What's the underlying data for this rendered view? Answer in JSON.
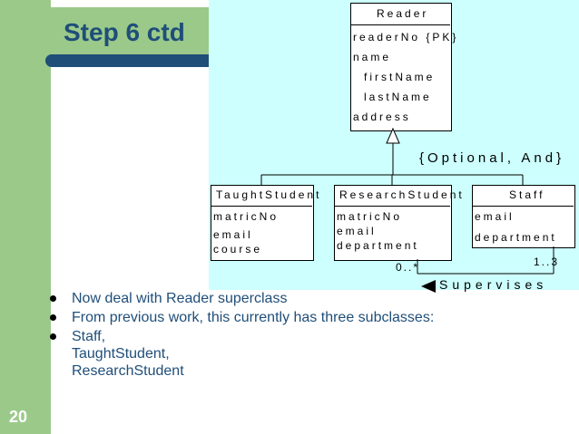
{
  "slide": {
    "title": "Step 6 ctd",
    "page_number": "20"
  },
  "diagram": {
    "reader": {
      "name": "Reader",
      "attributes": [
        "readerNo {PK}",
        "name",
        "firstName",
        "lastName",
        "address"
      ]
    },
    "constraint": "{Optional, And}",
    "taught_student": {
      "name": "TaughtStudent",
      "attributes": [
        "matricNo",
        "email",
        "course"
      ]
    },
    "research_student": {
      "name": "ResearchStudent",
      "attributes": [
        "matricNo",
        "email",
        "department"
      ]
    },
    "staff": {
      "name": "Staff",
      "attributes": [
        "email",
        "department"
      ]
    },
    "association": {
      "label": "Supervises",
      "multiplicity_research": "0..*",
      "multiplicity_staff": "1..3",
      "direction_icon": "left-triangle-icon"
    }
  },
  "bullets": [
    "Now deal with Reader superclass",
    "From previous work, this currently has three subclasses:",
    "Staff,"
  ],
  "bullet_continuation": [
    "TaughtStudent,",
    "ResearchStudent"
  ]
}
